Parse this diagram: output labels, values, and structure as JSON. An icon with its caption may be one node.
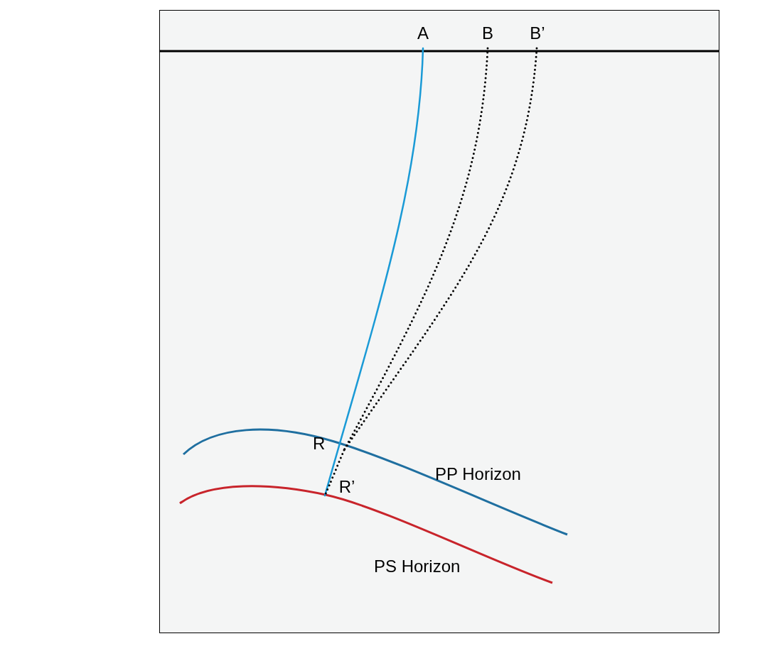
{
  "diagram": {
    "nodes": [
      {
        "text": [
          "A"
        ]
      },
      {
        "text": [
          "B"
        ]
      },
      {
        "text": [
          "B’"
        ]
      },
      {
        "text": [
          "R"
        ]
      },
      {
        "text": [
          "R’"
        ]
      }
    ],
    "edges": [
      {
        "from": 0,
        "to": 4,
        "arrow": "none",
        "color": "#1a9ad6"
      },
      {
        "from": 1,
        "to": 3,
        "arrow": "none",
        "style": "dashed"
      },
      {
        "from": 2,
        "to": 3,
        "arrow": "none",
        "style": "dashed"
      },
      {
        "from": 3,
        "to": 4,
        "arrow": "none",
        "style": "dashed"
      }
    ],
    "labels": [
      "PP Horizon",
      "PS Horizon"
    ]
  }
}
